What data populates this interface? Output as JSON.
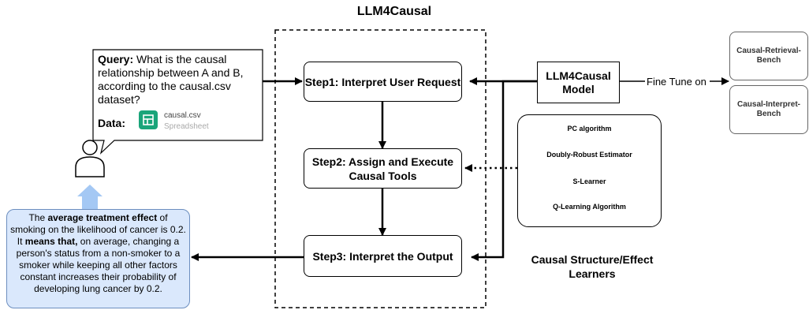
{
  "title": "LLM4Causal",
  "steps": {
    "step1": "Step1: Interpret User Request",
    "step2": "Step2: Assign and Execute Causal Tools",
    "step3": "Step3: Interpret the Output"
  },
  "model": {
    "label": "LLM4Causal Model"
  },
  "fine_tune_label": "Fine Tune on",
  "benches": [
    "Causal-Retrieval-Bench",
    "Causal-Interpret-Bench"
  ],
  "learners": {
    "items": [
      "PC algorithm",
      "Doubly-Robust Estimator",
      "S-Learner",
      "Q-Learning Algorithm"
    ],
    "caption": "Causal Structure/Effect Learners"
  },
  "query": {
    "label": "Query:",
    "text": "What is the causal relationship between A and B, according to the causal.csv dataset?",
    "data_label": "Data:",
    "file_name": "causal.csv",
    "file_type": "Spreadsheet"
  },
  "output": {
    "part1": "The ",
    "bold1": "average treatment effect",
    "part2": " of smoking on the likelihood of cancer is 0.2. It ",
    "bold2": "means that,",
    "part3": " on average, changing a person's status from a non-smoker to a smoker while keeping all other factors constant increases their probability of developing lung cancer by 0.2."
  },
  "colors": {
    "output_fill": "#dae8fc",
    "output_border": "#6c8ebf",
    "up_arrow": "#a4c8f4",
    "spreadsheet_icon": "#1aa57a"
  }
}
